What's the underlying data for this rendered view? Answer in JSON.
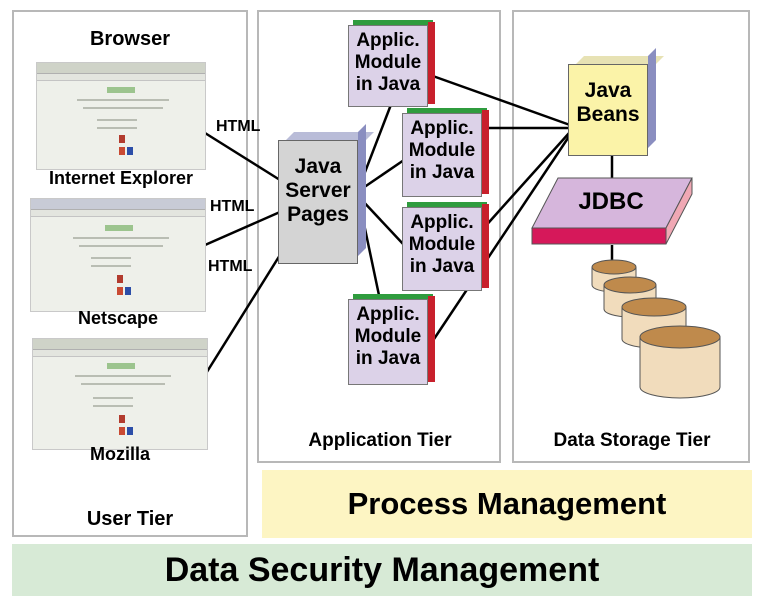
{
  "user_tier": {
    "header": "Browser",
    "browsers": [
      "Internet Explorer",
      "Netscape",
      "Mozilla"
    ],
    "protocol_labels": [
      "HTML",
      "HTML",
      "HTML"
    ],
    "tier_label": "User Tier"
  },
  "application_tier": {
    "jsp_label": [
      "Java",
      "Server",
      "Pages"
    ],
    "module_label": [
      "Applic.",
      "Module",
      "in Java"
    ],
    "tier_label": "Application Tier"
  },
  "data_tier": {
    "beans_label": [
      "Java",
      "Beans"
    ],
    "jdbc_label": "JDBC",
    "tier_label": "Data Storage Tier"
  },
  "bands": {
    "process": "Process Management",
    "security": "Data Security Management"
  },
  "colors": {
    "module_face": "#dcd2e8",
    "module_top": "#2f9c3e",
    "module_side": "#c8202c",
    "jsp_face": "#d4d4d4",
    "jsp_side": "#8a8ec0",
    "beans_face": "#fbf3a8",
    "jdbc_face": "#d6b6dc",
    "jdbc_front": "#d6185a",
    "db": "#f1dcbc",
    "db_top": "#bf8a4c",
    "process_band": "#fdf5c3",
    "security_band": "#d7ead6"
  }
}
